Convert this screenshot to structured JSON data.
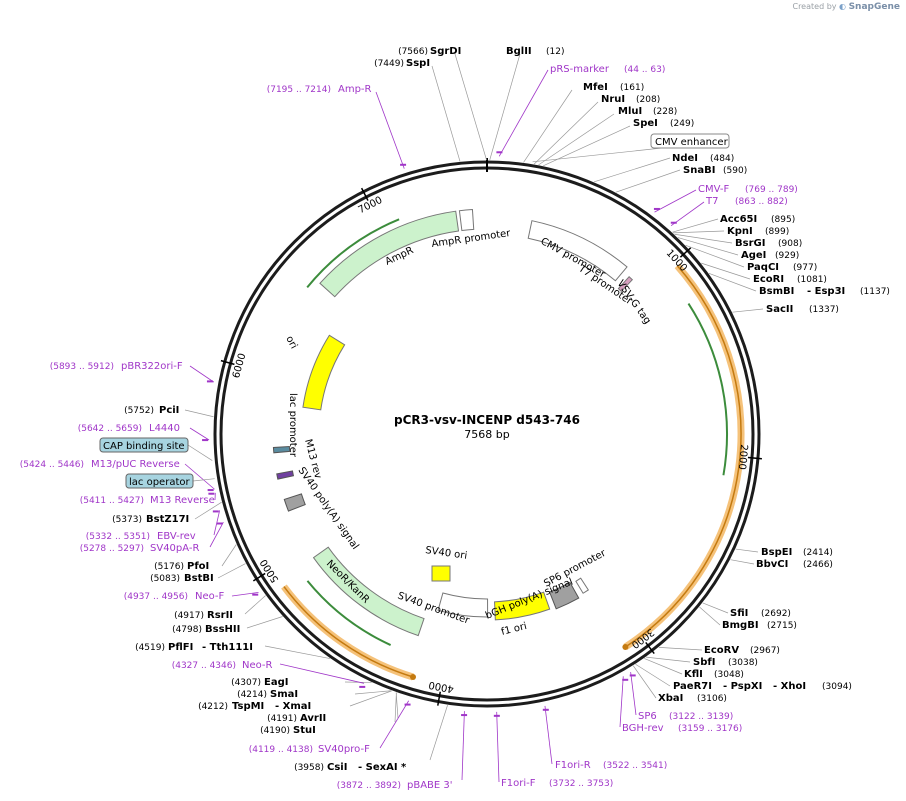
{
  "credit": {
    "prefix": "Created by",
    "brand": "SnapGene"
  },
  "plasmid": {
    "name": "pCR3-vsv-INCENP d543-746",
    "length": 7568,
    "length_label": "7568 bp"
  },
  "ticks": [
    {
      "pos": 1000,
      "label": "1000"
    },
    {
      "pos": 2000,
      "label": "2000"
    },
    {
      "pos": 3000,
      "label": "3000"
    },
    {
      "pos": 4000,
      "label": "4000"
    },
    {
      "pos": 5000,
      "label": "5000"
    },
    {
      "pos": 6000,
      "label": "6000"
    },
    {
      "pos": 7000,
      "label": "7000"
    }
  ],
  "colors": {
    "primer": "#a036c8",
    "feature_green": "#ccf2cc",
    "feature_white": "#ffffff",
    "ori_yellow": "#ffff00",
    "orf_orange": "#f0a030",
    "box_blue": "#a7d4e0",
    "gray": "#a0a0a0"
  },
  "enzymes": [
    {
      "name": "SgrDI",
      "site": 7566,
      "pos_label": "(7566)"
    },
    {
      "name": "SspI",
      "site": 7449,
      "pos_label": "(7449)"
    },
    {
      "name": "BglII",
      "site": 12,
      "pos_label": "(12)"
    },
    {
      "name": "MfeI",
      "site": 161,
      "pos_label": "(161)"
    },
    {
      "name": "NruI",
      "site": 208,
      "pos_label": "(208)"
    },
    {
      "name": "MluI",
      "site": 228,
      "pos_label": "(228)"
    },
    {
      "name": "SpeI",
      "site": 249,
      "pos_label": "(249)"
    },
    {
      "name": "NdeI",
      "site": 484,
      "pos_label": "(484)"
    },
    {
      "name": "SnaBI",
      "site": 590,
      "pos_label": "(590)"
    },
    {
      "name": "Acc65I",
      "site": 895,
      "pos_label": "(895)"
    },
    {
      "name": "KpnI",
      "site": 899,
      "pos_label": "(899)"
    },
    {
      "name": "BsrGI",
      "site": 908,
      "pos_label": "(908)"
    },
    {
      "name": "AgeI",
      "site": 929,
      "pos_label": "(929)"
    },
    {
      "name": "PaqCI",
      "site": 977,
      "pos_label": "(977)"
    },
    {
      "name": "EcoRI",
      "site": 1081,
      "pos_label": "(1081)"
    },
    {
      "name": "BsmBI",
      "name2": "Esp3I",
      "site": 1137,
      "pos_label": "(1137)"
    },
    {
      "name": "SacII",
      "site": 1337,
      "pos_label": "(1337)"
    },
    {
      "name": "BspEI",
      "site": 2414,
      "pos_label": "(2414)"
    },
    {
      "name": "BbvCI",
      "site": 2466,
      "pos_label": "(2466)"
    },
    {
      "name": "SfiI",
      "site": 2692,
      "pos_label": "(2692)"
    },
    {
      "name": "BmgBI",
      "site": 2715,
      "pos_label": "(2715)"
    },
    {
      "name": "EcoRV",
      "site": 2967,
      "pos_label": "(2967)"
    },
    {
      "name": "SbfI",
      "site": 3038,
      "pos_label": "(3038)"
    },
    {
      "name": "KflI",
      "site": 3048,
      "pos_label": "(3048)"
    },
    {
      "name": "PaeR7I",
      "name2": "PspXI",
      "name3": "XhoI",
      "site": 3094,
      "pos_label": "(3094)"
    },
    {
      "name": "XbaI",
      "site": 3106,
      "pos_label": "(3106)"
    },
    {
      "name": "CsiI",
      "name2": "SexAI *",
      "site": 3958,
      "pos_label": "(3958)"
    },
    {
      "name": "StuI",
      "site": 4190,
      "pos_label": "(4190)"
    },
    {
      "name": "AvrII",
      "site": 4191,
      "pos_label": "(4191)"
    },
    {
      "name": "TspMI",
      "name2": "XmaI",
      "site": 4212,
      "pos_label": "(4212)"
    },
    {
      "name": "SmaI",
      "site": 4214,
      "pos_label": "(4214)"
    },
    {
      "name": "EagI",
      "site": 4307,
      "pos_label": "(4307)"
    },
    {
      "name": "PflFI",
      "name2": "Tth111I",
      "site": 4519,
      "pos_label": "(4519)"
    },
    {
      "name": "BssHII",
      "site": 4798,
      "pos_label": "(4798)"
    },
    {
      "name": "RsrII",
      "site": 4917,
      "pos_label": "(4917)"
    },
    {
      "name": "BstBI",
      "site": 5083,
      "pos_label": "(5083)"
    },
    {
      "name": "PfoI",
      "site": 5176,
      "pos_label": "(5176)"
    },
    {
      "name": "BstZ17I",
      "site": 5373,
      "pos_label": "(5373)"
    },
    {
      "name": "PciI",
      "site": 5752,
      "pos_label": "(5752)"
    }
  ],
  "primers": [
    {
      "name": "pRS-marker",
      "range": "(44 .. 63)",
      "site": 53
    },
    {
      "name": "CMV-F",
      "range": "(769 .. 789)",
      "site": 779
    },
    {
      "name": "T7",
      "range": "(863 .. 882)",
      "site": 872
    },
    {
      "name": "SP6",
      "range": "(3122 .. 3139)",
      "site": 3130
    },
    {
      "name": "BGH-rev",
      "range": "(3159 .. 3176)",
      "site": 3167
    },
    {
      "name": "F1ori-R",
      "range": "(3522 .. 3541)",
      "site": 3531
    },
    {
      "name": "F1ori-F",
      "range": "(3732 .. 3753)",
      "site": 3742
    },
    {
      "name": "pBABE 3'",
      "range": "(3872 .. 3892)",
      "site": 3882
    },
    {
      "name": "SV40pro-F",
      "range": "(4119 .. 4138)",
      "site": 4128
    },
    {
      "name": "Neo-R",
      "range": "(4327 .. 4346)",
      "site": 4336
    },
    {
      "name": "Neo-F",
      "range": "(4937 .. 4956)",
      "site": 4946
    },
    {
      "name": "SV40pA-R",
      "range": "(5278 .. 5297)",
      "site": 5287
    },
    {
      "name": "EBV-rev",
      "range": "(5332 .. 5351)",
      "site": 5341
    },
    {
      "name": "M13 Reverse",
      "range": "(5411 .. 5427)",
      "site": 5419
    },
    {
      "name": "M13/pUC Reverse",
      "range": "(5424 .. 5446)",
      "site": 5435
    },
    {
      "name": "L4440",
      "range": "(5642 .. 5659)",
      "site": 5650
    },
    {
      "name": "pBR322ori-F",
      "range": "(5893 .. 5912)",
      "site": 5902
    },
    {
      "name": "Amp-R",
      "range": "(7195 .. 7214)",
      "site": 7204
    }
  ],
  "boxed_labels": [
    {
      "name": "CMV enhancer",
      "color": "#ffffff"
    },
    {
      "name": "CAP binding site",
      "color": "#a7d4e0"
    },
    {
      "name": "lac operator",
      "color": "#a7d4e0"
    }
  ],
  "features": [
    {
      "name": "CMV promoter",
      "start": 250,
      "end": 850
    },
    {
      "name": "T7 promoter",
      "start": 863,
      "end": 882
    },
    {
      "name": "VSV-G tag",
      "start": 880,
      "end": 915
    },
    {
      "name": "AmpR promoter",
      "start": 7500,
      "end": 7395
    },
    {
      "name": "AmpR",
      "start": 7394,
      "end": 6534
    },
    {
      "name": "ori",
      "start": 6300,
      "end": 5800
    },
    {
      "name": "lac promoter",
      "start": 5630,
      "end": 5600
    },
    {
      "name": "M13 rev",
      "start": 5450,
      "end": 5430
    },
    {
      "name": "SV40 poly(A) signal",
      "start": 5300,
      "end": 5180
    },
    {
      "name": "NeoR/KanR",
      "start": 4930,
      "end": 4136
    },
    {
      "name": "SV40 promoter",
      "start": 4110,
      "end": 3760
    },
    {
      "name": "f1 ori",
      "start": 3750,
      "end": 3330
    },
    {
      "name": "bGH poly(A) signal",
      "start": 3320,
      "end": 3100
    },
    {
      "name": "SP6 promoter",
      "start": 3100,
      "end": 3080
    }
  ],
  "orfs": [
    {
      "start": 1020,
      "end": 3090
    },
    {
      "start": 4900,
      "end": 4140
    }
  ]
}
